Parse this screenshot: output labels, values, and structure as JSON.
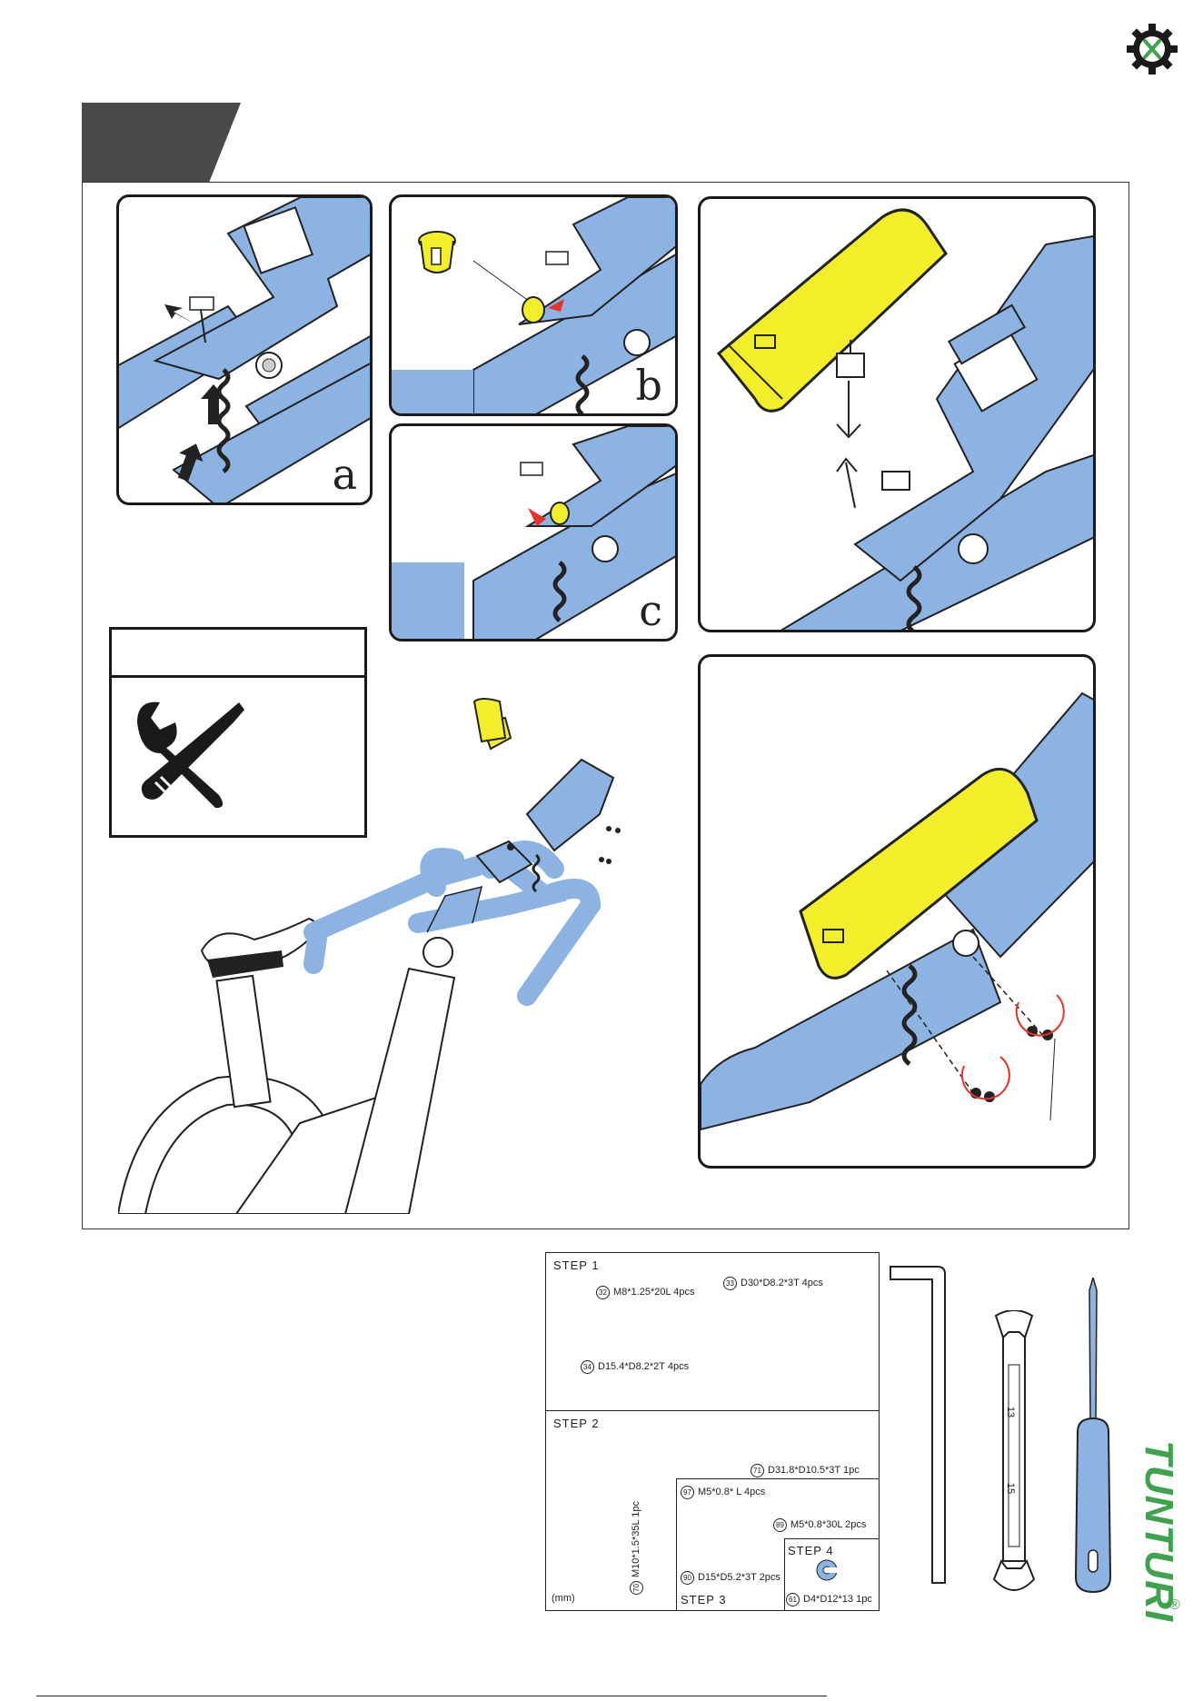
{
  "header": {
    "logo_icon": "gear-tools-icon"
  },
  "panels": {
    "a": {
      "letter": "a"
    },
    "b": {
      "letter": "b"
    },
    "c": {
      "letter": "c"
    }
  },
  "tools_box": {
    "title": "",
    "icon": "wrench-screwdriver-icon"
  },
  "parts": {
    "step1": {
      "label": "STEP  1",
      "items": [
        {
          "num": "32",
          "text": "M8*1.25*20L  4pcs"
        },
        {
          "num": "33",
          "text": "D30*D8.2*3T  4pcs"
        },
        {
          "num": "34",
          "text": "D15.4*D8.2*2T  4pcs"
        }
      ]
    },
    "step2": {
      "label": "STEP  2",
      "vertical_num": "70",
      "vertical_text": "M10*1.5*35L  1pc",
      "item_71": {
        "num": "71",
        "text": "D31.8*D10.5*3T  1pc"
      }
    },
    "step3": {
      "label": "STEP  3",
      "items": [
        {
          "num": "97",
          "text": "M5*0.8*   L  4pcs"
        },
        {
          "num": "89",
          "text": "M5*0.8*30L  2pcs"
        },
        {
          "num": "90",
          "text": "D15*D5.2*3T  2pcs"
        }
      ]
    },
    "step4": {
      "label": "STEP  4",
      "item": {
        "num": "61",
        "text": "D4*D12*13  1pc"
      }
    },
    "unit": "(mm)"
  },
  "wrench_sizes": [
    "13",
    "15"
  ],
  "brand": {
    "name": "TUNTURI",
    "registered": "®"
  },
  "colors": {
    "blue": "#8db3e2",
    "yellow": "#f2ef2a",
    "red": "#e8332a",
    "dark": "#4a4a4a",
    "green": "#3fa34d"
  }
}
